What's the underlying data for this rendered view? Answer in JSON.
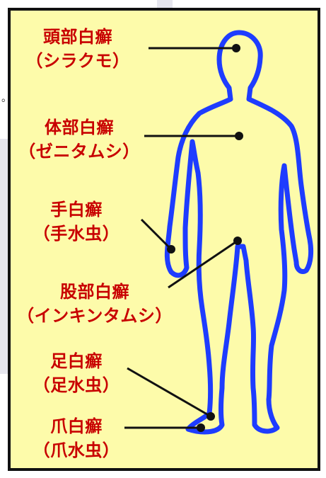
{
  "colors": {
    "background": "#fdfbaa",
    "label_text": "#c80000",
    "body_outline": "#1e3cff",
    "leader_line": "#111111",
    "frame": "#111111"
  },
  "labels": [
    {
      "name": "頭部白癬",
      "alias": "（シラクモ）"
    },
    {
      "name": "体部白癬",
      "alias": "（ゼニタムシ）"
    },
    {
      "name": "手白癬",
      "alias": "（手水虫）"
    },
    {
      "name": "股部白癬",
      "alias": "（インキンタムシ）"
    },
    {
      "name": "足白癬",
      "alias": "（足水虫）"
    },
    {
      "name": "爪白癬",
      "alias": "（爪水虫）"
    }
  ]
}
